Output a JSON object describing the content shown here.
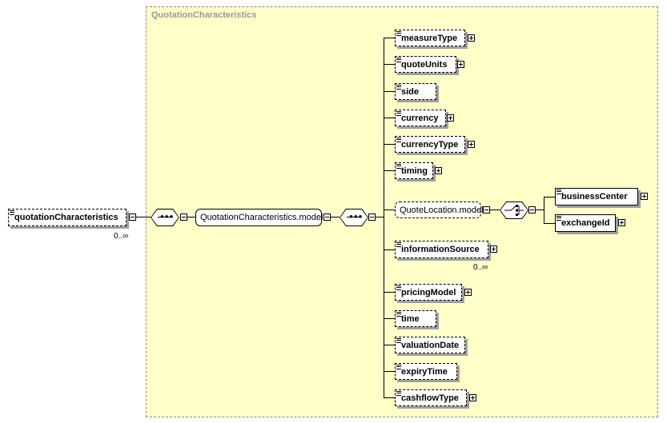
{
  "root": {
    "name": "quotationCharacteristics",
    "cardinality": "0..∞"
  },
  "group": {
    "title": "QuotationCharacteristics",
    "model": "QuotationCharacteristics.model"
  },
  "quote_location": {
    "model": "QuoteLocation.model"
  },
  "choice_elements": [
    {
      "name": "businessCenter"
    },
    {
      "name": "exchangeId"
    }
  ],
  "elements": [
    {
      "name": "measureType"
    },
    {
      "name": "quoteUnits"
    },
    {
      "name": "side"
    },
    {
      "name": "currency"
    },
    {
      "name": "currencyType"
    },
    {
      "name": "timing"
    },
    {
      "name": "informationSource",
      "cardinality": "0..∞"
    },
    {
      "name": "pricingModel"
    },
    {
      "name": "time"
    },
    {
      "name": "valuationDate"
    },
    {
      "name": "expiryTime"
    },
    {
      "name": "cashflowType"
    }
  ],
  "icons": {
    "sequence": "sequence-compositor-icon",
    "choice": "choice-compositor-icon",
    "expand": "plus-expand-icon",
    "collapse": "minus-collapse-icon",
    "documentation": "documentation-icon"
  }
}
